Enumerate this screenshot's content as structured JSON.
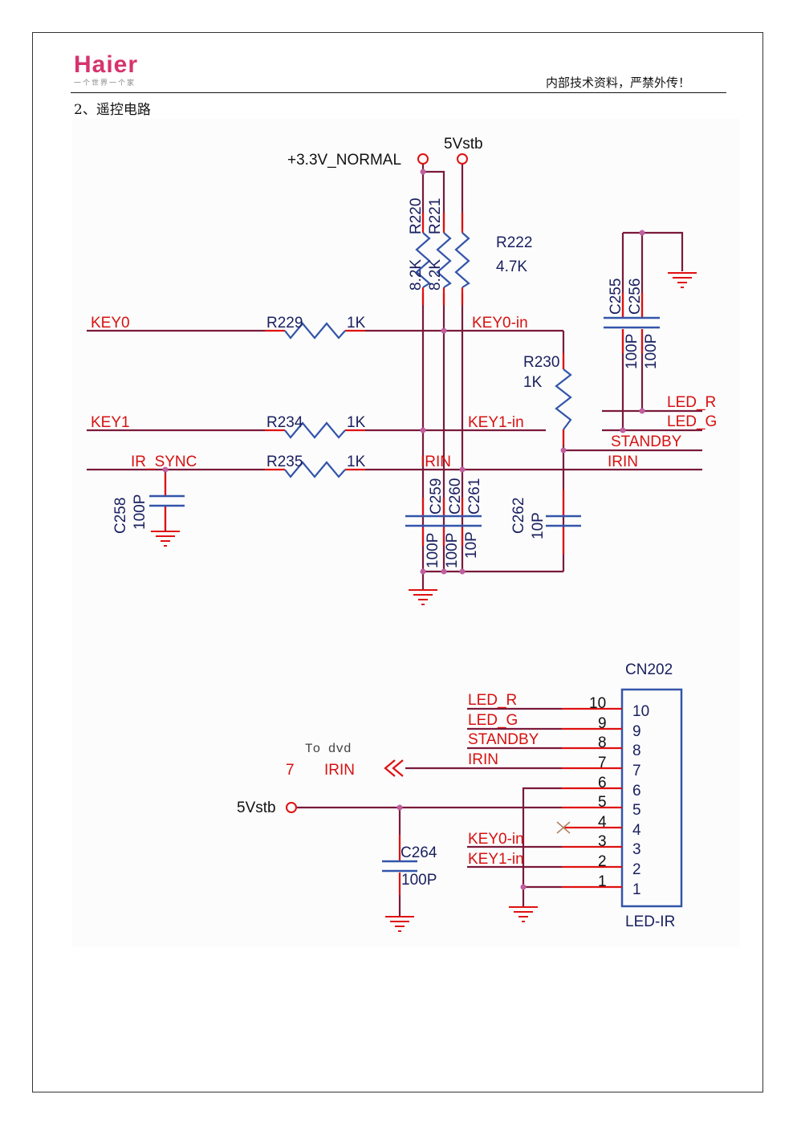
{
  "header": {
    "brand": "Haier",
    "slogan": "一个世界一个家",
    "confidential_note": "内部技术资料，严禁外传！"
  },
  "section": {
    "title": "2、遥控电路"
  },
  "colors": {
    "wire": "#7a1a3a",
    "pin": "#e01010",
    "component": "#3355aa",
    "label_red": "#d81010",
    "label_blue": "#1a2060",
    "junction": "#c060a0",
    "logo": "#d6336c"
  },
  "schematic": {
    "power": {
      "v33": "+3.3V_NORMAL",
      "v5_top": "5Vstb",
      "v5_bottom": "5Vstb"
    },
    "resistors": [
      {
        "ref": "R220",
        "value": "8.2K"
      },
      {
        "ref": "R221",
        "value": "8.2K"
      },
      {
        "ref": "R222",
        "value": "4.7K"
      },
      {
        "ref": "R229",
        "value": "1K"
      },
      {
        "ref": "R230",
        "value": "1K"
      },
      {
        "ref": "R234",
        "value": "1K"
      },
      {
        "ref": "R235",
        "value": "1K"
      }
    ],
    "capacitors": [
      {
        "ref": "C255",
        "value": "100P"
      },
      {
        "ref": "C256",
        "value": "100P"
      },
      {
        "ref": "C258",
        "value": "100P"
      },
      {
        "ref": "C259",
        "value": "100P"
      },
      {
        "ref": "C260",
        "value": "100P"
      },
      {
        "ref": "C261",
        "value": "10P"
      },
      {
        "ref": "C262",
        "value": "10P"
      },
      {
        "ref": "C264",
        "value": "100P"
      }
    ],
    "nets": {
      "key0": "KEY0",
      "key1": "KEY1",
      "ir_sync": "IR_SYNC",
      "key0_in": "KEY0-in",
      "key1_in": "KEY1-in",
      "irin": "IRIN",
      "irin_right": "IRIN",
      "led_r": "LED_R",
      "led_g": "LED_G",
      "standby": "STANDBY"
    },
    "connector": {
      "ref": "CN202",
      "name": "LED-IR",
      "pins": [
        {
          "num": "10",
          "net": "LED_R"
        },
        {
          "num": "9",
          "net": "LED_G"
        },
        {
          "num": "8",
          "net": "STANDBY"
        },
        {
          "num": "7",
          "net": "IRIN"
        },
        {
          "num": "6",
          "net": ""
        },
        {
          "num": "5",
          "net": ""
        },
        {
          "num": "4",
          "net": ""
        },
        {
          "num": "3",
          "net": "KEY0-in"
        },
        {
          "num": "2",
          "net": "KEY1-in"
        },
        {
          "num": "1",
          "net": ""
        }
      ]
    },
    "offpage": {
      "note": "To dvd",
      "pin": "7",
      "net": "IRIN"
    }
  }
}
